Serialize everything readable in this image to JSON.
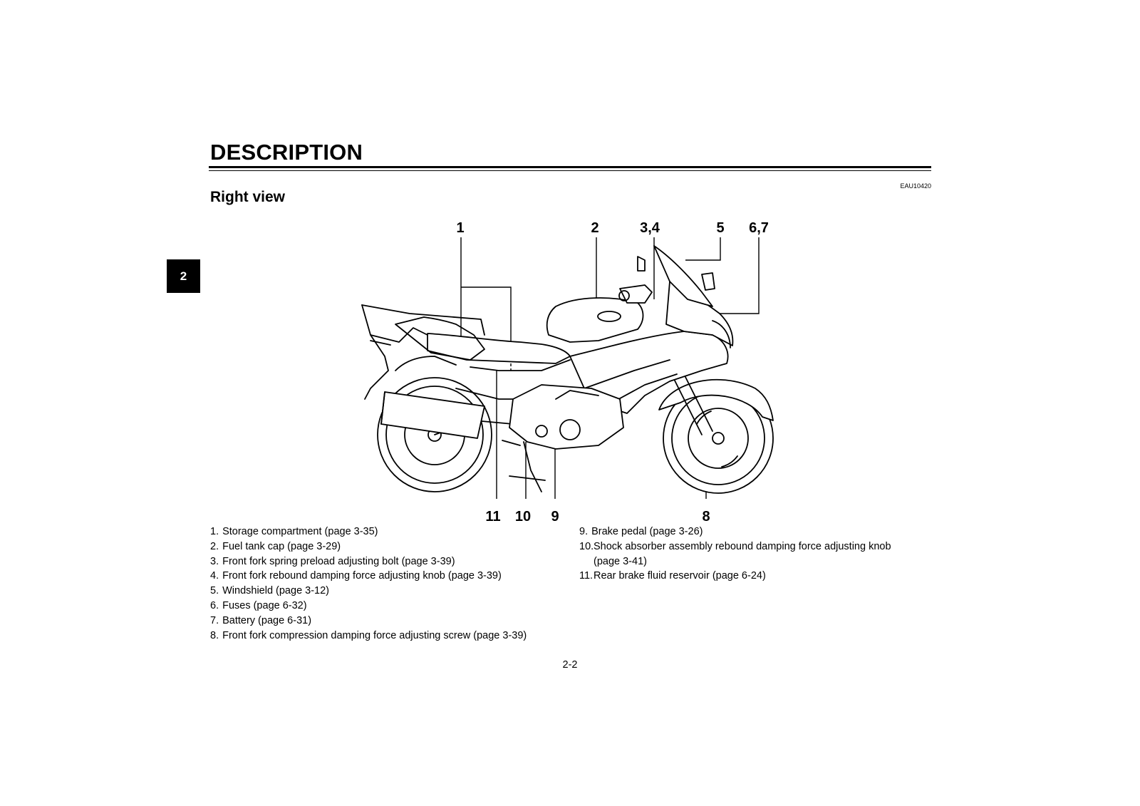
{
  "header": {
    "section_title": "DESCRIPTION",
    "doc_code": "EAU10420",
    "subtitle": "Right view",
    "chapter_tab": "2"
  },
  "diagram": {
    "callouts_top": [
      "1",
      "2",
      "3,4",
      "5",
      "6,7"
    ],
    "callouts_bottom": [
      "11",
      "10",
      "9",
      "8"
    ]
  },
  "legend": {
    "left": [
      {
        "num": "1.",
        "text": "Storage compartment (page 3-35)"
      },
      {
        "num": "2.",
        "text": "Fuel tank cap (page 3-29)"
      },
      {
        "num": "3.",
        "text": "Front fork spring preload adjusting bolt (page 3-39)"
      },
      {
        "num": "4.",
        "text": "Front fork rebound damping force adjusting knob (page 3-39)"
      },
      {
        "num": "5.",
        "text": "Windshield (page 3-12)"
      },
      {
        "num": "6.",
        "text": "Fuses (page 6-32)"
      },
      {
        "num": "7.",
        "text": "Battery (page 6-31)"
      },
      {
        "num": "8.",
        "text": "Front fork compression damping force adjusting screw (page 3-39)"
      }
    ],
    "right": [
      {
        "num": "9.",
        "text": "Brake pedal (page 3-26)"
      },
      {
        "num": "10.",
        "text": "Shock absorber assembly rebound damping force adjusting knob (page 3-41)"
      },
      {
        "num": "11.",
        "text": "Rear brake fluid reservoir (page 6-24)"
      }
    ]
  },
  "footer": {
    "page_number": "2-2"
  }
}
